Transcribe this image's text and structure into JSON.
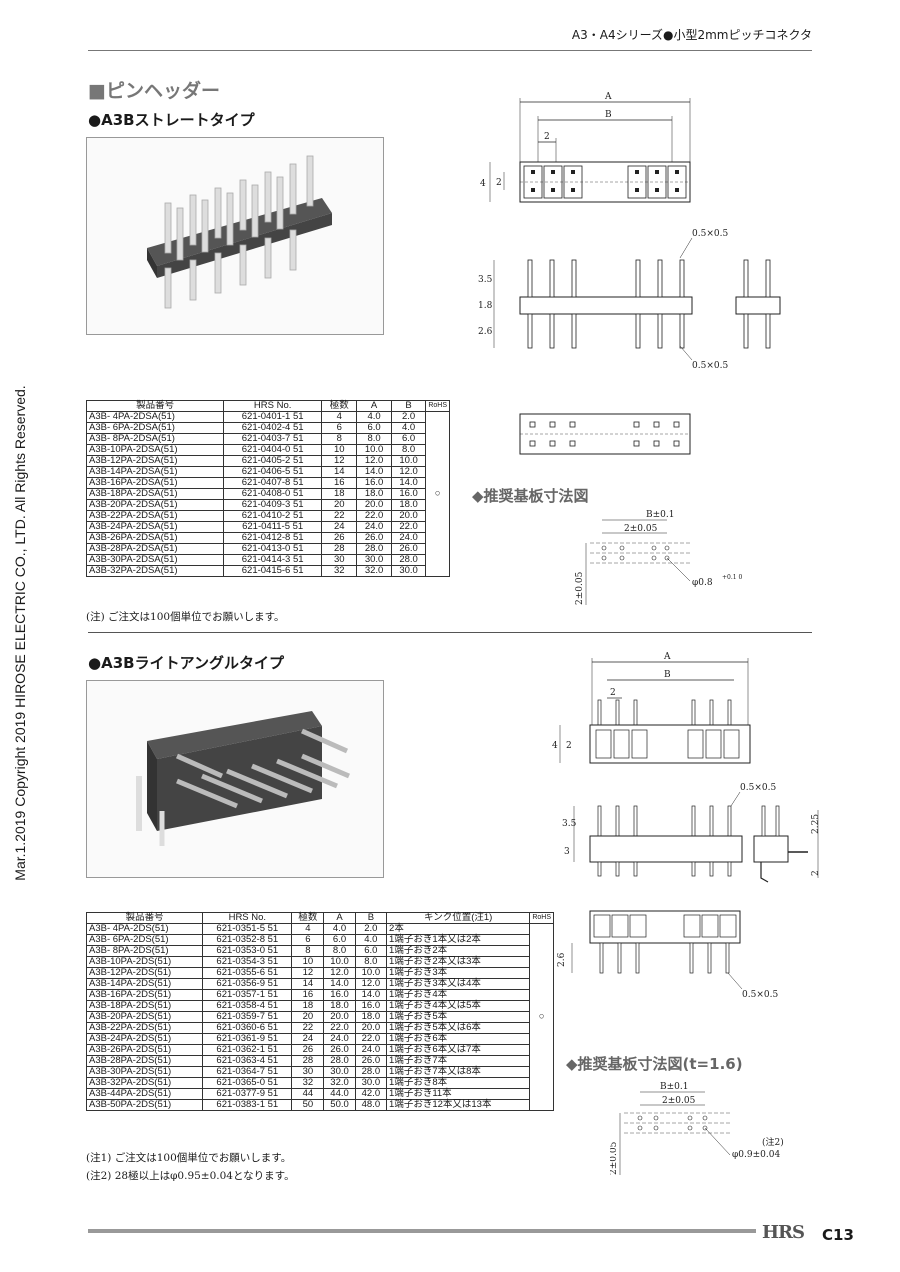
{
  "header": {
    "title": "A3・A4シリーズ●小型2mmピッチコネクタ"
  },
  "side_copyright": "Mar.1.2019 Copyright 2019 HIROSE ELECTRIC CO., LTD. All Rights Reserved.",
  "section_title": "■ピンヘッダー",
  "straight": {
    "title": "●A3Bストレートタイプ",
    "headers": [
      "製品番号",
      "HRS No.",
      "極数",
      "A",
      "B",
      "RoHS"
    ],
    "rows": [
      [
        "A3B- 4PA-2DSA(51)",
        "621-0401-1 51",
        "4",
        "4.0",
        "2.0"
      ],
      [
        "A3B- 6PA-2DSA(51)",
        "621-0402-4 51",
        "6",
        "6.0",
        "4.0"
      ],
      [
        "A3B- 8PA-2DSA(51)",
        "621-0403-7 51",
        "8",
        "8.0",
        "6.0"
      ],
      [
        "A3B-10PA-2DSA(51)",
        "621-0404-0 51",
        "10",
        "10.0",
        "8.0"
      ],
      [
        "A3B-12PA-2DSA(51)",
        "621-0405-2 51",
        "12",
        "12.0",
        "10.0"
      ],
      [
        "A3B-14PA-2DSA(51)",
        "621-0406-5 51",
        "14",
        "14.0",
        "12.0"
      ],
      [
        "A3B-16PA-2DSA(51)",
        "621-0407-8 51",
        "16",
        "16.0",
        "14.0"
      ],
      [
        "A3B-18PA-2DSA(51)",
        "621-0408-0 51",
        "18",
        "18.0",
        "16.0"
      ],
      [
        "A3B-20PA-2DSA(51)",
        "621-0409-3 51",
        "20",
        "20.0",
        "18.0"
      ],
      [
        "A3B-22PA-2DSA(51)",
        "621-0410-2 51",
        "22",
        "22.0",
        "20.0"
      ],
      [
        "A3B-24PA-2DSA(51)",
        "621-0411-5 51",
        "24",
        "24.0",
        "22.0"
      ],
      [
        "A3B-26PA-2DSA(51)",
        "621-0412-8 51",
        "26",
        "26.0",
        "24.0"
      ],
      [
        "A3B-28PA-2DSA(51)",
        "621-0413-0 51",
        "28",
        "28.0",
        "26.0"
      ],
      [
        "A3B-30PA-2DSA(51)",
        "621-0414-3 51",
        "30",
        "30.0",
        "28.0"
      ],
      [
        "A3B-32PA-2DSA(51)",
        "621-0415-6 51",
        "32",
        "32.0",
        "30.0"
      ]
    ],
    "rohs_mark": "○",
    "note": "(注) ご注文は100個単位でお願いします。"
  },
  "right_angle": {
    "title": "●A3Bライトアングルタイプ",
    "headers": [
      "製品番号",
      "HRS No.",
      "極数",
      "A",
      "B",
      "キンク位置(注1)",
      "RoHS"
    ],
    "rows": [
      [
        "A3B- 4PA-2DS(51)",
        "621-0351-5 51",
        "4",
        "4.0",
        "2.0",
        "2本"
      ],
      [
        "A3B- 6PA-2DS(51)",
        "621-0352-8 51",
        "6",
        "6.0",
        "4.0",
        "1端子おき1本又は2本"
      ],
      [
        "A3B- 8PA-2DS(51)",
        "621-0353-0 51",
        "8",
        "8.0",
        "6.0",
        "1端子おき2本"
      ],
      [
        "A3B-10PA-2DS(51)",
        "621-0354-3 51",
        "10",
        "10.0",
        "8.0",
        "1端子おき2本又は3本"
      ],
      [
        "A3B-12PA-2DS(51)",
        "621-0355-6 51",
        "12",
        "12.0",
        "10.0",
        "1端子おき3本"
      ],
      [
        "A3B-14PA-2DS(51)",
        "621-0356-9 51",
        "14",
        "14.0",
        "12.0",
        "1端子おき3本又は4本"
      ],
      [
        "A3B-16PA-2DS(51)",
        "621-0357-1 51",
        "16",
        "16.0",
        "14.0",
        "1端子おき4本"
      ],
      [
        "A3B-18PA-2DS(51)",
        "621-0358-4 51",
        "18",
        "18.0",
        "16.0",
        "1端子おき4本又は5本"
      ],
      [
        "A3B-20PA-2DS(51)",
        "621-0359-7 51",
        "20",
        "20.0",
        "18.0",
        "1端子おき5本"
      ],
      [
        "A3B-22PA-2DS(51)",
        "621-0360-6 51",
        "22",
        "22.0",
        "20.0",
        "1端子おき5本又は6本"
      ],
      [
        "A3B-24PA-2DS(51)",
        "621-0361-9 51",
        "24",
        "24.0",
        "22.0",
        "1端子おき6本"
      ],
      [
        "A3B-26PA-2DS(51)",
        "621-0362-1 51",
        "26",
        "26.0",
        "24.0",
        "1端子おき6本又は7本"
      ],
      [
        "A3B-28PA-2DS(51)",
        "621-0363-4 51",
        "28",
        "28.0",
        "26.0",
        "1端子おき7本"
      ],
      [
        "A3B-30PA-2DS(51)",
        "621-0364-7 51",
        "30",
        "30.0",
        "28.0",
        "1端子おき7本又は8本"
      ],
      [
        "A3B-32PA-2DS(51)",
        "621-0365-0 51",
        "32",
        "32.0",
        "30.0",
        "1端子おき8本"
      ],
      [
        "A3B-44PA-2DS(51)",
        "621-0377-9 51",
        "44",
        "44.0",
        "42.0",
        "1端子おき11本"
      ],
      [
        "A3B-50PA-2DS(51)",
        "621-0383-1 51",
        "50",
        "50.0",
        "48.0",
        "1端子おき12本又は13本"
      ]
    ],
    "rohs_mark": "○",
    "note1": "(注1) ご注文は100個単位でお願いします。",
    "note2": "(注2) 28極以上はφ0.95±0.04となります。"
  },
  "drawings": {
    "dim_A": "A",
    "dim_B": "B",
    "dim_2": "2",
    "dim_4": "4",
    "dim_35": "3.5",
    "dim_18": "1.8",
    "dim_26": "2.6",
    "dim_3": "3",
    "dim_225": "2.25",
    "sq": "0.5×0.5",
    "pcb1_title": "◆推奨基板寸法図",
    "pcb2_title": "◆推奨基板寸法図(t=1.6)",
    "b01": "B±0.1",
    "p205": "2±0.05",
    "v205": "2±0.05",
    "hole1": "φ0.8",
    "hole1_tol": "+0.1 0",
    "hole2": "φ0.9±0.04",
    "note2_tag": "(注2)"
  },
  "footer": {
    "logo": "HRS",
    "page": "C13"
  }
}
